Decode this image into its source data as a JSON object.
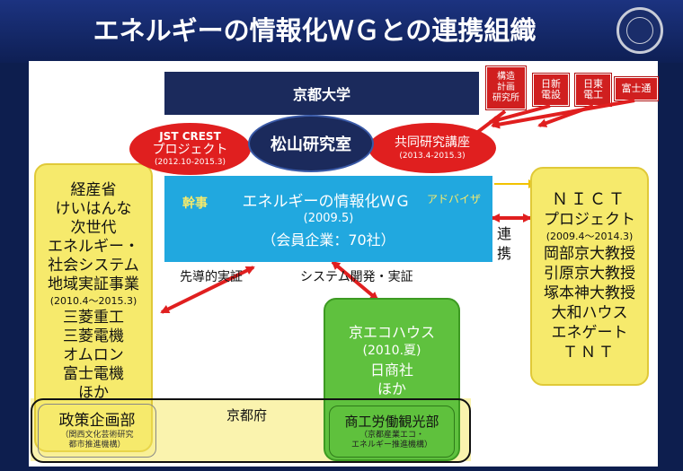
{
  "title": "エネルギーの情報化ＷＧとの連携組織",
  "kyoto_university": "京都大学",
  "partners": [
    "構造\n計画\n研究所",
    "日新\n電設",
    "日東\n電工",
    "富士通"
  ],
  "jst": {
    "line1": "JST CREST",
    "line2": "プロジェクト",
    "period": "(2012.10-2015.3)"
  },
  "lab": "松山研究室",
  "joint": {
    "line1": "共同研究講座",
    "period": "(2013.4-2015.3)"
  },
  "wg": {
    "secretary": "幹事",
    "name": "エネルギーの情報化ＷＧ",
    "advisor": "アドバイザ",
    "date": "(2009.5)",
    "members": "（会員企業：70社）"
  },
  "meti": {
    "lines": [
      "経産省",
      "けいはんな",
      "次世代",
      "エネルギー・",
      "社会システム",
      "地域実証事業"
    ],
    "period": "(2010.4～2015.3)",
    "companies": [
      "三菱重工",
      "三菱電機",
      "オムロン",
      "富士電機",
      "ほか"
    ]
  },
  "nict": {
    "lines": [
      "ＮＩＣＴ",
      "プロジェクト"
    ],
    "period": "(2009.4～2014.3)",
    "members": [
      "岡部京大教授",
      "引原京大教授",
      "塚本神大教授",
      "大和ハウス",
      "エネゲート",
      "ＴＮＴ"
    ]
  },
  "kyo_eco": {
    "lines": [
      "京エコハウス",
      "(2010.夏)",
      "日商社",
      "ほか"
    ]
  },
  "labels": {
    "pilot": "先導的実証",
    "sysdev": "システム開発・実証",
    "cooperation": "連\n携",
    "prefecture": "京都府"
  },
  "policy": {
    "name": "政策企画部",
    "sub": "（関西文化芸術研究\n都市推進機構）"
  },
  "commerce": {
    "name": "商工労働観光部",
    "sub": "（京都産業エコ・\nエネルギー推進機構）"
  },
  "colors": {
    "navy": "#1b2a5c",
    "red": "#d01f1f",
    "yellow": "#f6ea6c",
    "blue": "#21a8df",
    "green": "#5fc13e",
    "arrow": "#e01f1f"
  }
}
